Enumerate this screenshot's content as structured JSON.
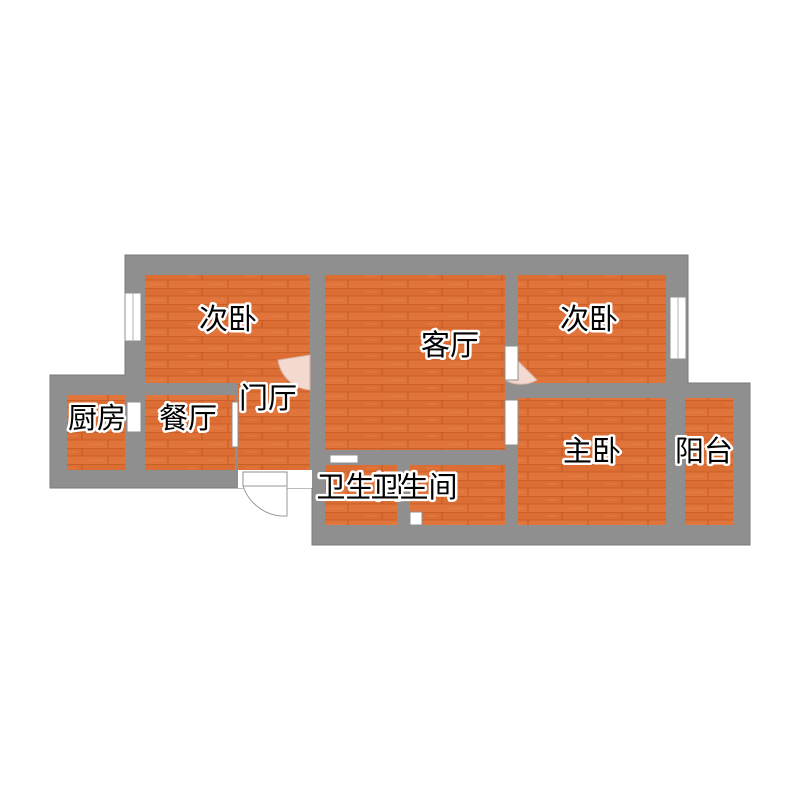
{
  "floor_plan": {
    "colors": {
      "wall": "#8f8f8f",
      "wall_edge": "#7a7a7a",
      "floor": "#e0743a",
      "plank_seam": "#b9541f",
      "window": "#ffffff",
      "door": "#f3d9cf"
    },
    "rooms": [
      {
        "id": "bedroom-left",
        "label": "次卧"
      },
      {
        "id": "living-room",
        "label": "客厅"
      },
      {
        "id": "bedroom-right",
        "label": "次卧"
      },
      {
        "id": "kitchen",
        "label": "厨房"
      },
      {
        "id": "dining-room",
        "label": "餐厅"
      },
      {
        "id": "foyer",
        "label": "门厅"
      },
      {
        "id": "master-bedroom",
        "label": "主卧"
      },
      {
        "id": "balcony",
        "label": "阳台"
      },
      {
        "id": "bathroom-1",
        "label": "卫生间"
      },
      {
        "id": "bathroom-2",
        "label": "卫生间"
      }
    ]
  }
}
